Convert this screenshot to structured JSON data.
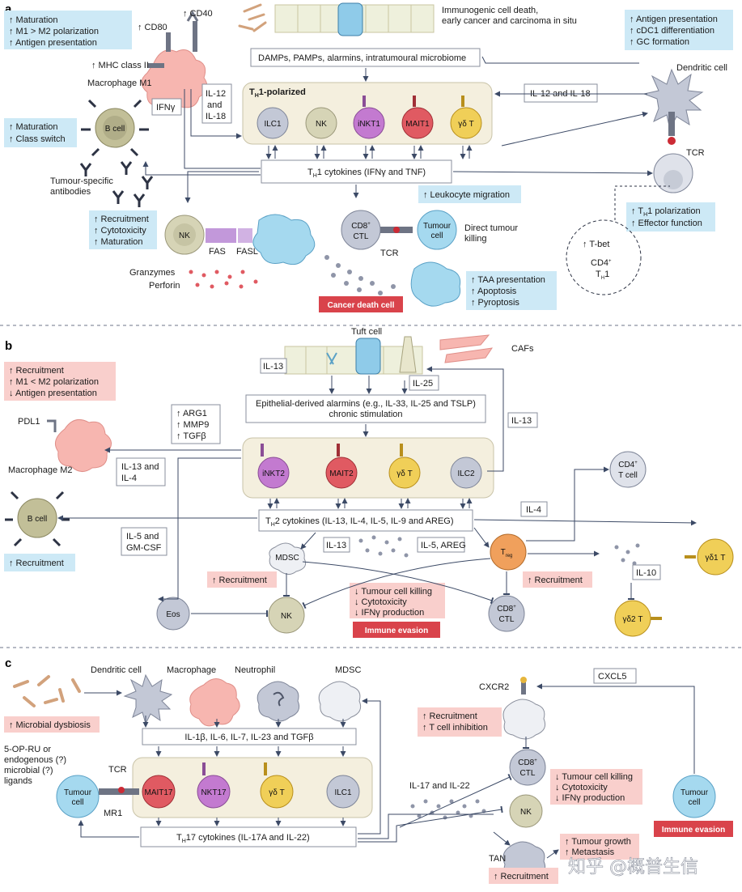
{
  "panels": {
    "a": "a",
    "b": "b",
    "c": "c"
  },
  "panel_a": {
    "m1_box": [
      "↑ Maturation",
      "↑ M1 > M2 polarization",
      "↑ Antigen presentation"
    ],
    "cd80": "↑ CD80",
    "cd40": "↑ CD40",
    "mhc2": "↑ MHC class II",
    "macrophage_m1": "Macrophage M1",
    "icd_line1": "Immunogenic cell death,",
    "icd_line2": "early cancer and carcinoma in situ",
    "dc_box": [
      "↑ Antigen presentation",
      "↑ cDC1 differentiation",
      "↑ GC formation"
    ],
    "dendritic_cell": "Dendritic cell",
    "damps": "DAMPs, PAMPs, alarmins, intratumoural microbiome",
    "il12_18_left": [
      "IL-12",
      "and",
      "IL-18"
    ],
    "ifng": "IFNγ",
    "th1_polarized": "T",
    "th1_polarized_sub": "H",
    "th1_polarized_rest": "1-polarized",
    "il12_18_right": "IL-12 and IL-18",
    "cells": [
      "ILC1",
      "NK",
      "iNKT1",
      "MAIT1",
      "γδ T"
    ],
    "bcell_box": [
      "↑ Maturation",
      "↑ Class switch"
    ],
    "bcell": "B cell",
    "antibodies": [
      "Tumour-specific",
      "antibodies"
    ],
    "th1_cytokines": "T",
    "th1_cytokines_sub": "H",
    "th1_cytokines_rest": "1 cytokines (IFNγ and TNF)",
    "tcr": "TCR",
    "leukocyte": "↑ Leukocyte migration",
    "th1_box": [
      "↑ T",
      "H",
      "1 polarization",
      "↑ Effector function"
    ],
    "nk_box": [
      "↑ Recruitment",
      "↑ Cytotoxicity",
      "↑ Maturation"
    ],
    "nk": "NK",
    "fas": "FAS",
    "fasl": "FASL",
    "cd8": [
      "CD8",
      "+",
      "CTL"
    ],
    "tumour_cell": [
      "Tumour",
      "cell"
    ],
    "direct_killing": [
      "Direct tumour",
      "killing"
    ],
    "tcr2": "TCR",
    "tbet": "↑ T-bet",
    "cd4_th1": [
      "CD4",
      "+",
      "T",
      "H",
      "1"
    ],
    "granzymes": "Granzymes",
    "perforin": "Perforin",
    "death_box": [
      "↑ TAA presentation",
      "↑ Apoptosis",
      "↑ Pyroptosis"
    ],
    "cancer_death": "Cancer death cell"
  },
  "panel_b": {
    "tuft_cell": "Tuft cell",
    "cafs": "CAFs",
    "m2_box": [
      "↑ Recruitment",
      "↑ M1 < M2 polarization",
      "↓ Antigen presentation"
    ],
    "il13_top": "IL-13",
    "il25": "IL-25",
    "alarmins": [
      "Epithelial-derived alarmins (e.g., IL-33, IL-25 and TSLP)",
      "chronic stimulation"
    ],
    "pdl1": "PDL1",
    "arg_box": [
      "↑ ARG1",
      "↑ MMP9",
      "↑ TGFβ"
    ],
    "il13_right": "IL-13",
    "macrophage_m2": "Macrophage M2",
    "il13_4": [
      "IL-13 and",
      "IL-4"
    ],
    "cells": [
      "iNKT2",
      "MAIT2",
      "γδ T",
      "ILC2"
    ],
    "cd4t": [
      "CD4",
      "+",
      "T cell"
    ],
    "bcell": "B cell",
    "il4": "IL-4",
    "th2_cytokines": "T",
    "th2_cytokines_sub": "H",
    "th2_cytokines_rest": "2 cytokines (IL-13, IL-4, IL-5, IL-9 and AREG)",
    "il5_gmcsf": [
      "IL-5 and",
      "GM-CSF"
    ],
    "il13_mid": "IL-13",
    "il5_areg": "IL-5, AREG",
    "mdsc": "MDSC",
    "treg": "T",
    "treg_sub": "reg",
    "gd1t": "γδ1 T",
    "recruitment_b": "↑ Recruitment",
    "recruitment_mdsc": "↑ Recruitment",
    "recruitment_treg": "↑ Recruitment",
    "il10": "IL-10",
    "evasion_box": [
      "↓ Tumour cell killing",
      "↓ Cytotoxicity",
      "↓ IFNγ production"
    ],
    "eos": "Eos",
    "nk": "NK",
    "cd8": [
      "CD8",
      "+",
      "CTL"
    ],
    "gd2t": "γδ2 T",
    "immune_evasion": "Immune evasion"
  },
  "panel_c": {
    "dendritic_cell": "Dendritic cell",
    "macrophage": "Macrophage",
    "neutrophil": "Neutrophil",
    "mdsc": "MDSC",
    "cxcl5": "CXCL5",
    "cxcr2": "CXCR2",
    "dysbiosis": "↑ Microbial dysbiosis",
    "recruit_box": [
      "↑ Recruitment",
      "↑ T cell inhibition"
    ],
    "cytokine_list": "IL-1β, IL-6, IL-7, IL-23 and TGFβ",
    "ligands": [
      "5-OP-RU or",
      "endogenous (?)",
      "microbial (?)",
      "ligands"
    ],
    "tcr": "TCR",
    "cells": [
      "MAIT17",
      "NKT17",
      "γδ T",
      "ILC1"
    ],
    "tumour_cell": [
      "Tumour",
      "cell"
    ],
    "mr1": "MR1",
    "cd8": [
      "CD8",
      "+",
      "CTL"
    ],
    "evasion_box": [
      "↓ Tumour cell killing",
      "↓ Cytotoxicity",
      "↓ IFNγ production"
    ],
    "il17_22": "IL-17 and IL-22",
    "nk": "NK",
    "th17": "T",
    "th17_sub": "H",
    "th17_rest": "17 cytokines (IL-17A and IL-22)",
    "tan": "TAN",
    "growth_box": [
      "↑ Tumour growth",
      "↑ Metastasis"
    ],
    "recruitment": "↑ Recruitment",
    "tumour_cell_right": [
      "Tumour",
      "cell"
    ],
    "immune_evasion": "Immune evasion"
  },
  "watermark": "知乎 @概普生信",
  "colors": {
    "blue_box": "#cde9f6",
    "pink_box": "#f9cfcc",
    "red_label": "#d9434b",
    "beige_panel": "#f4efde",
    "cell_grey": "#c3c8d6",
    "cell_khaki": "#d6d4b6",
    "cell_purple": "#c37ad0",
    "cell_red": "#e05a62",
    "cell_yellow": "#f0cf58",
    "tumour_blue": "#a5d9ef",
    "macrophage_pink": "#f7b6b0",
    "treg_orange": "#f0a05c"
  }
}
